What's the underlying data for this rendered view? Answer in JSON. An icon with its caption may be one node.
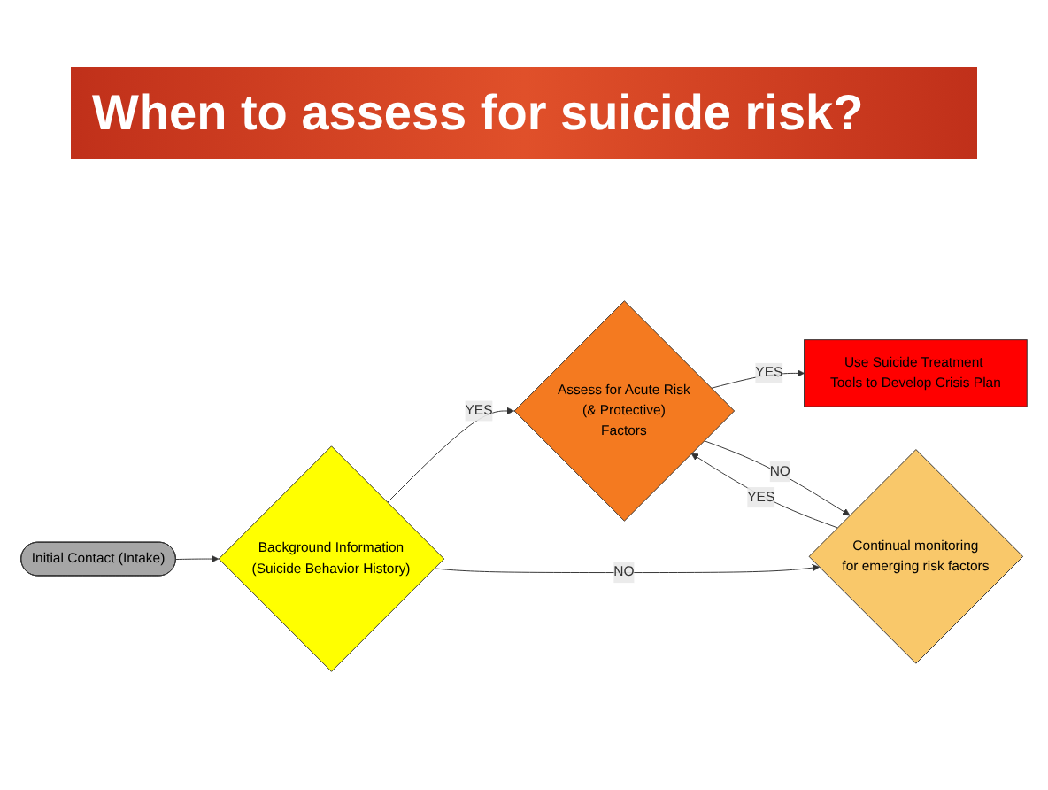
{
  "diagram": {
    "title": "When to assess for suicide risk?",
    "nodes": [
      {
        "text": [
          "Initial Contact (Intake)"
        ]
      },
      {
        "text": [
          "Background Information",
          "(Suicide Behavior History)"
        ]
      },
      {
        "text": [
          "Assess for Acute Risk",
          "(& Protective)",
          "Factors"
        ]
      },
      {
        "text": [
          "Use Suicide Treatment Tools to Develop Crisis Plan"
        ]
      },
      {
        "text": [
          "Continual monitoring",
          "for emerging risk factors"
        ]
      }
    ],
    "edges": [
      {
        "from": 0,
        "to": 1,
        "arrow": "to"
      },
      {
        "from": 1,
        "to": 2,
        "label": "YES",
        "arrow": "to"
      },
      {
        "from": 2,
        "to": 3,
        "label": "YES",
        "arrow": "to"
      },
      {
        "from": 1,
        "to": 4,
        "label": "NO",
        "arrow": "to"
      },
      {
        "from": 2,
        "to": 4,
        "label": "NO",
        "arrow": "to"
      },
      {
        "from": 4,
        "to": 2,
        "label": "YES",
        "arrow": "to"
      }
    ]
  }
}
